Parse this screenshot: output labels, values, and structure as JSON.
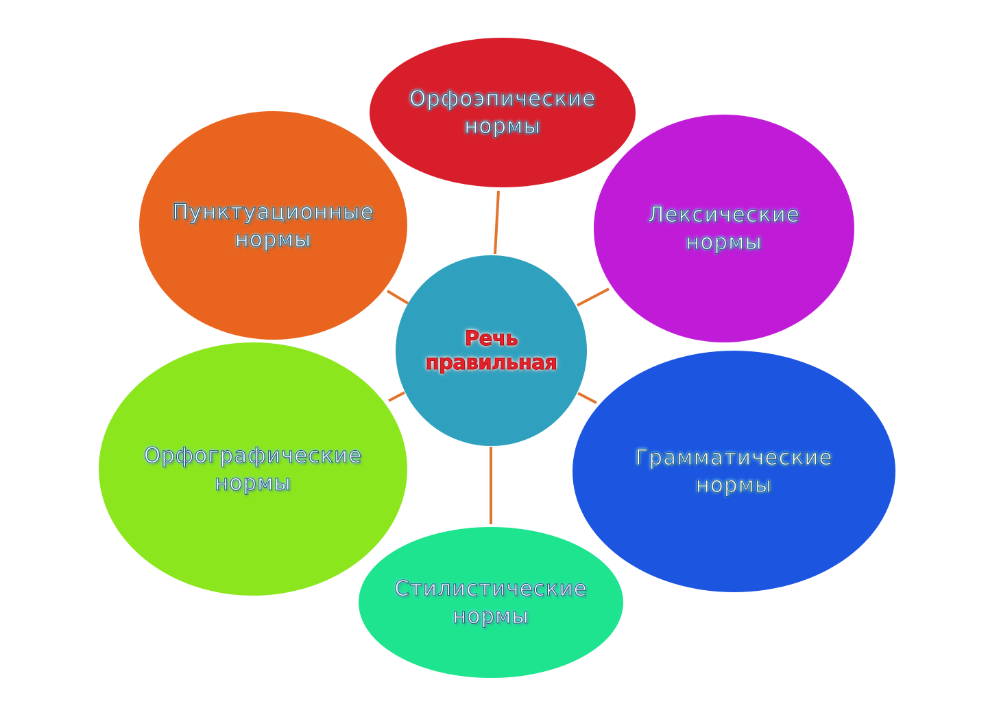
{
  "diagram": {
    "center": {
      "line1": "Речь",
      "line2": "правильная",
      "color": "#2fa1bf",
      "text_color": "#e8202a"
    },
    "nodes": {
      "orthoepic": {
        "line1": "Орфоэпические",
        "line2": "нормы",
        "color": "#d81e2b"
      },
      "lexical": {
        "line1": "Лексические",
        "line2": "нормы",
        "color": "#c01cd8"
      },
      "punctuation": {
        "line1": "Пунктуационные",
        "line2": "нормы",
        "color": "#e8641f"
      },
      "spelling": {
        "line1": "Орфографические",
        "line2": "нормы",
        "color": "#8ce61e"
      },
      "grammar": {
        "line1": "Грамматические",
        "line2": "нормы",
        "color": "#1c55e0"
      },
      "stylistic": {
        "line1": "Стилистические",
        "line2": "нормы",
        "color": "#1ee490"
      }
    },
    "connector_color": "#e2742e"
  }
}
